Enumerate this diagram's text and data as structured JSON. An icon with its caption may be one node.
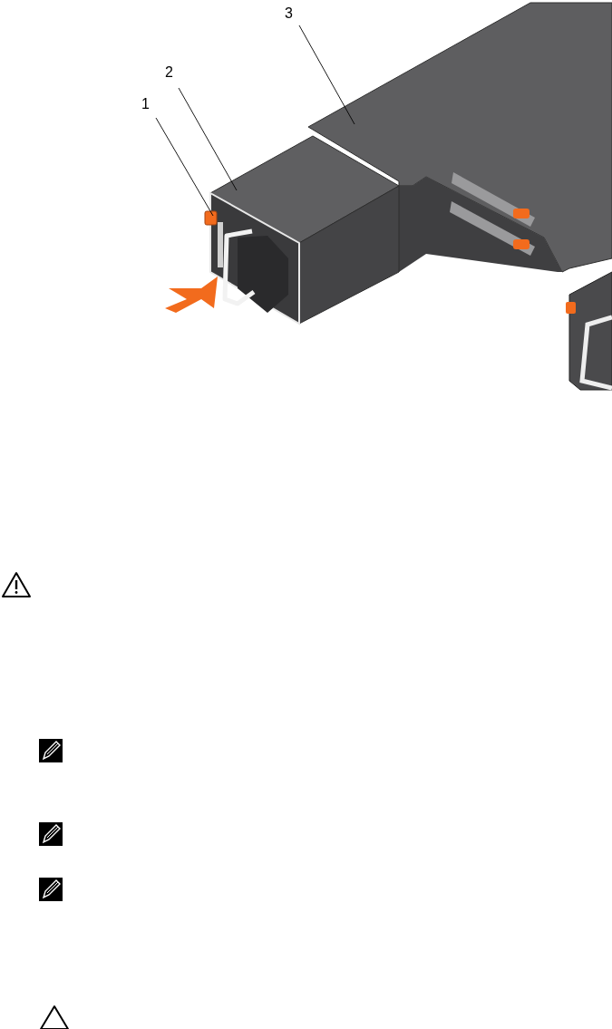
{
  "diagram": {
    "nodes": [
      {
        "text": [
          "1"
        ]
      },
      {
        "text": [
          "2"
        ]
      },
      {
        "text": [
          "3"
        ]
      },
      {
        "text": [],
        "shape": "box"
      },
      {
        "text": [],
        "shape": "picture"
      },
      {
        "text": [],
        "shape": "picture"
      }
    ],
    "edges": [
      {
        "from": 0,
        "to": 3,
        "arrow": "none"
      },
      {
        "from": 1,
        "to": 4,
        "arrow": "none"
      },
      {
        "from": 2,
        "to": 5,
        "arrow": "none"
      }
    ]
  }
}
